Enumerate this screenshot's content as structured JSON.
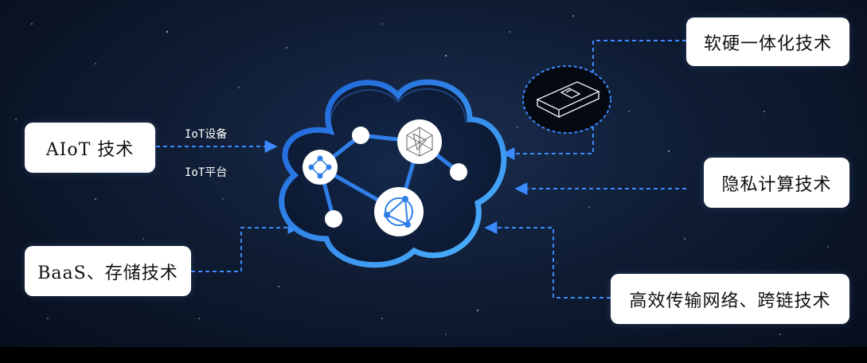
{
  "boxes": {
    "aiot": "AIoT 技术",
    "baas": "BaaS、存储技术",
    "hardware": "软硬一体化技术",
    "privacy": "隐私计算技术",
    "network": "高效传输网络、跨链技术"
  },
  "labels": {
    "iot_device": "IoT设备",
    "iot_platform": "IoT平台"
  },
  "colors": {
    "accent": "#2f7fe8",
    "dash_line": "#3b8bff",
    "cloud_edge": "#4fb6ff"
  },
  "icons": [
    "network-nodes-icon",
    "polyhedron-icon",
    "atom-cycle-icon",
    "server-hardware-icon"
  ]
}
